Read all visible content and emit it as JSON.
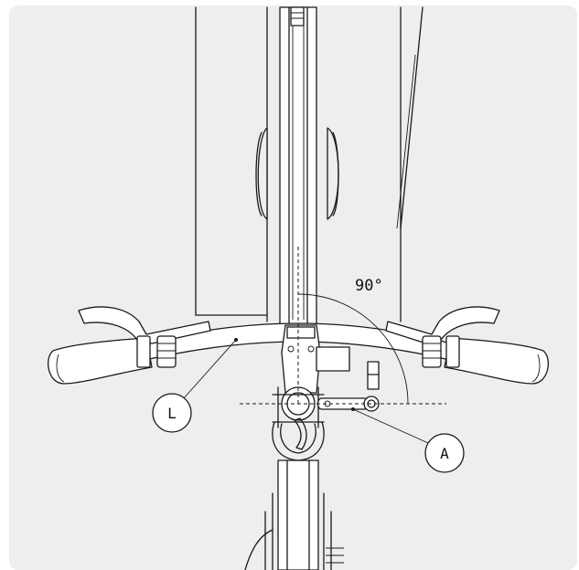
{
  "diagram": {
    "angle_label": "90°",
    "callouts": [
      {
        "id": "L",
        "text": "L"
      },
      {
        "id": "A",
        "text": "A"
      }
    ],
    "colors": {
      "background": "#eeeeee",
      "line": "#1a1a1a",
      "fill": "#ffffff"
    }
  }
}
